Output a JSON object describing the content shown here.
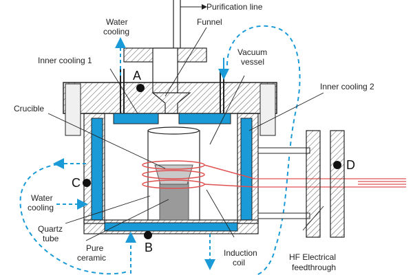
{
  "labels": {
    "purification_line": "Purification line",
    "water_cooling_top_1": "Water",
    "water_cooling_top_2": "cooling",
    "funnel": "Funnel",
    "vacuum_vessel_1": "Vacuum",
    "vacuum_vessel_2": "vessel",
    "inner_cooling_1": "Inner cooling 1",
    "inner_cooling_2": "Inner cooling 2",
    "crucible": "Crucible",
    "water_cooling_left_1": "Water",
    "water_cooling_left_2": "cooling",
    "quartz_tube_1": "Quartz",
    "quartz_tube_2": "tube",
    "pure_ceramic_1": "Pure",
    "pure_ceramic_2": "ceramic",
    "induction_coil_1": "Induction",
    "induction_coil_2": "coil",
    "hf_feedthrough_1": "HF Electrical",
    "hf_feedthrough_2": "feedthrough"
  },
  "markers": {
    "a": "A",
    "b": "B",
    "c": "C",
    "d": "D"
  },
  "colors": {
    "water": "#1a9ad6",
    "coil": "#e05050",
    "hatch": "#555555",
    "line": "#222222"
  }
}
